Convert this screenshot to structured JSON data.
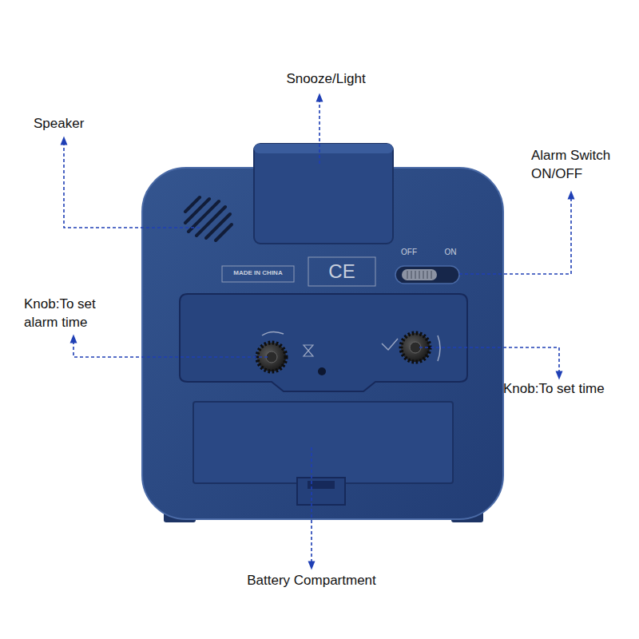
{
  "diagram": {
    "labels": [
      "Snooze/Light",
      "Speaker",
      "Alarm Switch ON/OFF",
      "Knob:To set alarm time",
      "Knob:To set time",
      "Battery Compartment",
      "MADE IN CHINA",
      "CE",
      "OFF",
      "ON"
    ]
  }
}
